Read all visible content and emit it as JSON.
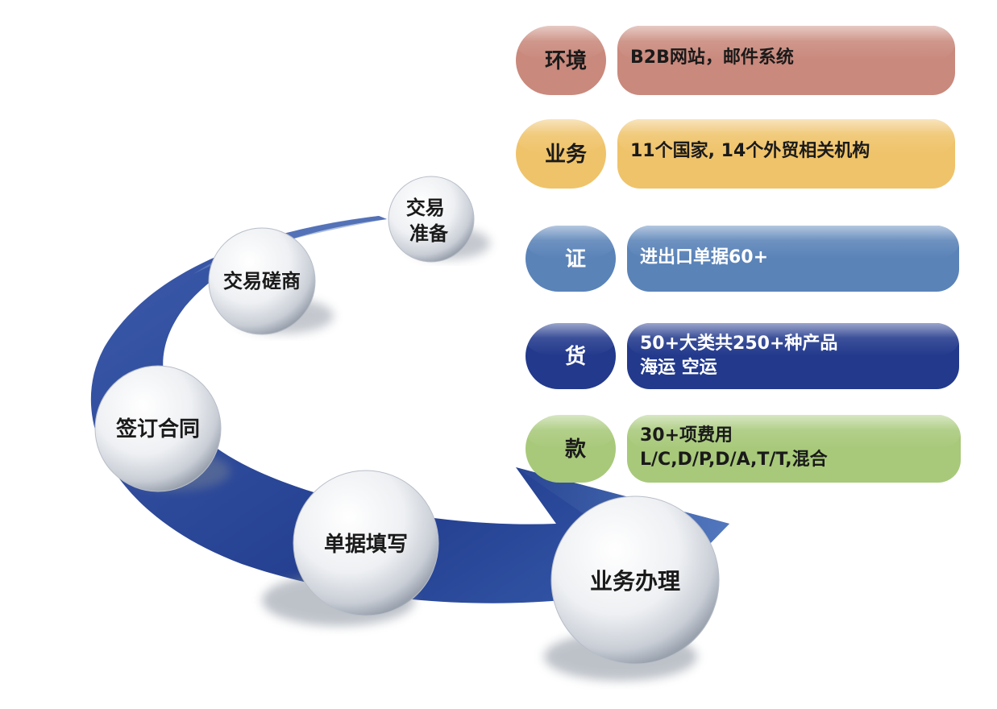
{
  "steps": [
    {
      "label": "交易准备"
    },
    {
      "label": "交易磋商"
    },
    {
      "label": "签订合同"
    },
    {
      "label": "单据填写"
    },
    {
      "label": "业务办理"
    }
  ],
  "rows": [
    {
      "title": "环境",
      "lines": [
        "B2B网站，邮件系统"
      ],
      "color": "#c9897c",
      "text_color": "#1a1a1a"
    },
    {
      "title": "业务",
      "lines": [
        "11个国家, 14个外贸相关机构"
      ],
      "color": "#efc36a",
      "text_color": "#1a1a1a"
    },
    {
      "title": "证",
      "lines": [
        "进出口单据60+"
      ],
      "color": "#5a83b8",
      "text_color": "#ffffff"
    },
    {
      "title": "货",
      "lines": [
        "50+大类共250+种产品",
        "海运 空运"
      ],
      "color": "#22398c",
      "text_color": "#ffffff"
    },
    {
      "title": "款",
      "lines": [
        "30+项费用",
        "L/C,D/P,D/A,T/T,混合"
      ],
      "color": "#a8c97a",
      "text_color": "#1a1a1a"
    }
  ],
  "colors": {
    "arrow": "#2c4a9a",
    "arrow_light": "#5f7fc2"
  }
}
